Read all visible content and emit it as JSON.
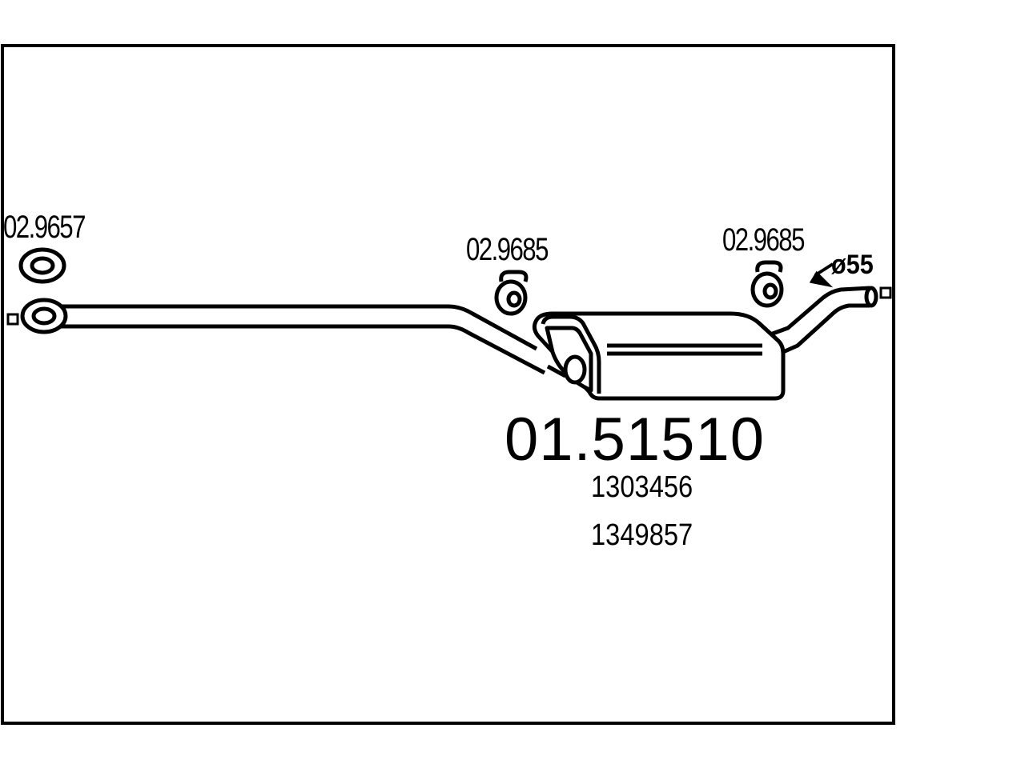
{
  "part_labels": {
    "front_gasket": "02.9657",
    "mid_hanger": "02.9685",
    "rear_hanger": "02.9685"
  },
  "main_part_number": "01.51510",
  "oe_numbers": [
    "1303456",
    "1349857"
  ],
  "tailpipe_diameter": "ø55",
  "colors": {
    "line": "#000000",
    "background": "#ffffff"
  }
}
